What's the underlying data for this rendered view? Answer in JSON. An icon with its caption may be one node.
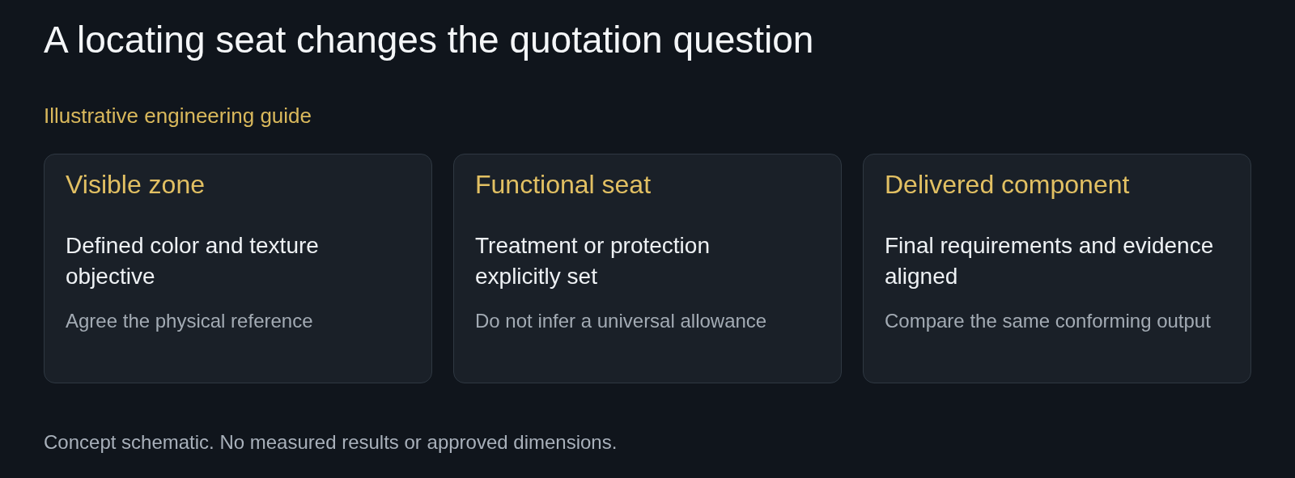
{
  "diagram": {
    "title": "A locating seat changes the quotation question",
    "caption": "Concept schematic. No measured results or approved dimensions.",
    "nodes": [
      {
        "text": [
          "Visible zone",
          "Defined color and texture objective",
          "Agree the physical reference"
        ]
      },
      {
        "text": [
          "Functional seat",
          "Treatment or protection explicitly set",
          "Do not infer a universal allowance"
        ]
      },
      {
        "text": [
          "Delivered component",
          "Final requirements and evidence aligned",
          "Compare the same conforming output"
        ]
      }
    ],
    "labels": [
      "Illustrative engineering guide"
    ]
  }
}
